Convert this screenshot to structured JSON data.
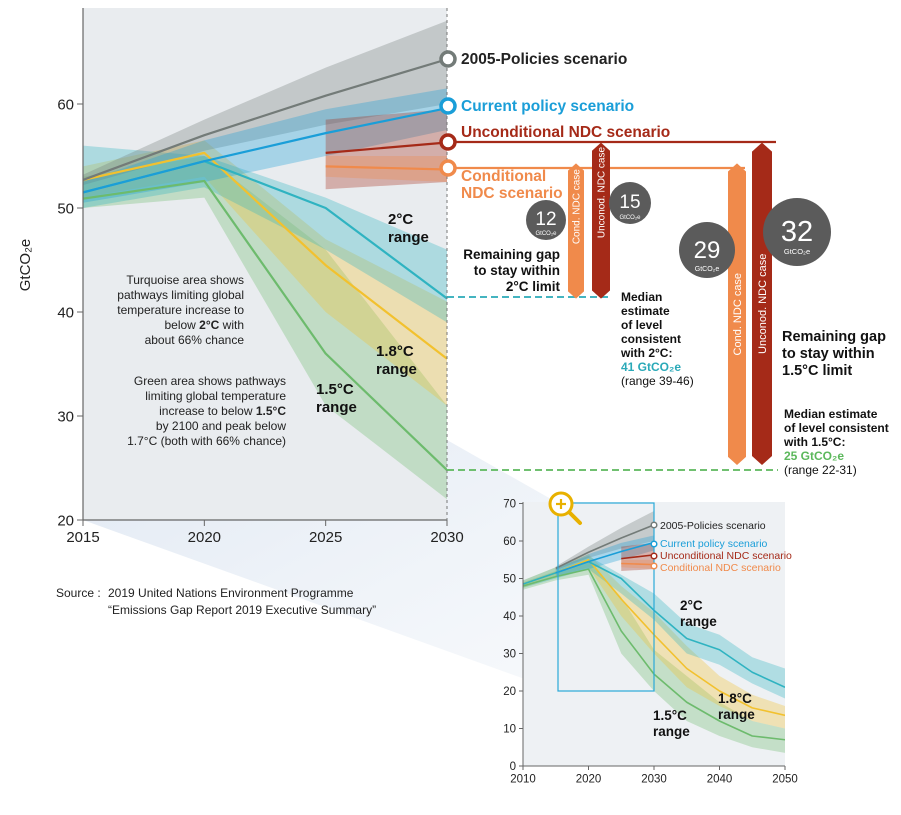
{
  "colors": {
    "policies2005": "#737b78",
    "current": "#1a9ed8",
    "uncond": "#a52a18",
    "cond": "#f08a4b",
    "range2c": "#2fb3c1",
    "range18c": "#f2c12e",
    "range15c": "#6dbb6d",
    "panel_bg": "#e9ecef",
    "bar_cond": "#f08a4b",
    "bar_uncond": "#a52a18",
    "bubble": "#5b5b5b",
    "median_2c_text": "#2aa9b8",
    "median_15c_text": "#5cb85c"
  },
  "chart_data": [
    {
      "type": "line",
      "xlabel": "",
      "ylabel": "GtCO₂e",
      "xlim": [
        2015,
        2030
      ],
      "ylim": [
        20,
        70
      ],
      "x_ticks": [
        "2015",
        "2020",
        "2025",
        "2030"
      ],
      "y_ticks": [
        "20",
        "30",
        "40",
        "50",
        "60"
      ],
      "series": [
        {
          "name": "2005-Policies scenario",
          "x": [
            2015,
            2020,
            2025,
            2030
          ],
          "y": [
            52.7,
            57.0,
            60.8,
            64.3
          ],
          "band_low": [
            52.2,
            55.5,
            58.0,
            60.0
          ],
          "band_high": [
            53.2,
            58.5,
            63.5,
            68.0
          ]
        },
        {
          "name": "Current policy scenario",
          "x": [
            2015,
            2020,
            2025,
            2030
          ],
          "y": [
            51.5,
            54.5,
            57.2,
            59.6
          ],
          "band_low": [
            50.5,
            52.5,
            55.0,
            57.5
          ],
          "band_high": [
            52.5,
            56.5,
            59.5,
            61.5
          ]
        },
        {
          "name": "Unconditional NDC scenario",
          "x": [
            2025,
            2030
          ],
          "y": [
            55.3,
            56.3
          ],
          "band_low": [
            51.8,
            52.5
          ],
          "band_high": [
            58.5,
            59.5
          ]
        },
        {
          "name": "Conditional NDC scenario",
          "x": [
            2025,
            2030
          ],
          "y": [
            54.0,
            53.7
          ],
          "band_low": [
            53.0,
            52.5
          ],
          "band_high": [
            55.0,
            55.0
          ]
        },
        {
          "name": "2°C range",
          "x": [
            2015,
            2020,
            2025,
            2030
          ],
          "y": [
            51.5,
            54.5,
            50.0,
            41.3
          ],
          "band_low": [
            50.0,
            52.0,
            46.0,
            39.0
          ],
          "band_high": [
            56.0,
            55.0,
            51.0,
            46.0
          ]
        },
        {
          "name": "1.8°C range",
          "x": [
            2015,
            2020,
            2025,
            2030
          ],
          "y": [
            52.7,
            55.3,
            44.5,
            35.5
          ],
          "band_low": [
            51.0,
            53.0,
            40.0,
            31.0
          ],
          "band_high": [
            54.0,
            56.5,
            47.0,
            41.0
          ]
        },
        {
          "name": "1.5°C range",
          "x": [
            2015,
            2020,
            2025,
            2030
          ],
          "y": [
            50.9,
            52.6,
            36.0,
            24.8
          ],
          "band_low": [
            50.0,
            51.0,
            31.0,
            22.0
          ],
          "band_high": [
            53.0,
            55.0,
            46.0,
            31.0
          ]
        }
      ],
      "gap_bars": [
        {
          "label": "Cond. NDC case",
          "target": "2°C",
          "from": 54.0,
          "to": 41.0,
          "value": 12,
          "unit": "GtCO₂e"
        },
        {
          "label": "Uncond. NDC case",
          "target": "2°C",
          "from": 56.0,
          "to": 41.0,
          "value": 15,
          "unit": "GtCO₂e"
        },
        {
          "label": "Cond. NDC case",
          "target": "1.5°C",
          "from": 54.0,
          "to": 25.0,
          "value": 29,
          "unit": "GtCO₂e"
        },
        {
          "label": "Uncond. NDC case",
          "target": "1.5°C",
          "from": 56.0,
          "to": 25.0,
          "value": 32,
          "unit": "GtCO₂e"
        }
      ]
    },
    {
      "type": "line",
      "xlabel": "",
      "ylabel": "",
      "xlim": [
        2010,
        2050
      ],
      "ylim": [
        0,
        70
      ],
      "x_ticks": [
        "2010",
        "2020",
        "2030",
        "2040",
        "2050"
      ],
      "y_ticks": [
        "0",
        "10",
        "20",
        "30",
        "40",
        "50",
        "60",
        "70"
      ],
      "series": [
        {
          "name": "2005-Policies scenario",
          "x": [
            2015,
            2020,
            2025,
            2030
          ],
          "y": [
            52.7,
            57.0,
            60.8,
            64.3
          ],
          "band_low": [
            52.2,
            55.5,
            58.0,
            60.0
          ],
          "band_high": [
            53.2,
            58.5,
            63.5,
            68.0
          ]
        },
        {
          "name": "Current policy scenario",
          "x": [
            2015,
            2020,
            2025,
            2030
          ],
          "y": [
            51.5,
            54.5,
            57.2,
            59.6
          ],
          "band_low": [
            50.5,
            52.5,
            55.0,
            57.5
          ],
          "band_high": [
            52.5,
            56.5,
            59.5,
            61.5
          ]
        },
        {
          "name": "Unconditional NDC scenario",
          "x": [
            2025,
            2030
          ],
          "y": [
            55.3,
            56.3
          ],
          "band_low": [
            52.0,
            52.5
          ],
          "band_high": [
            58.5,
            59.5
          ]
        },
        {
          "name": "Conditional NDC scenario",
          "x": [
            2025,
            2030
          ],
          "y": [
            54.0,
            53.7
          ],
          "band_low": [
            53.0,
            52.5
          ],
          "band_high": [
            55.0,
            55.0
          ]
        },
        {
          "name": "2°C range",
          "x": [
            2010,
            2015,
            2020,
            2025,
            2030,
            2035,
            2040,
            2045,
            2050
          ],
          "y": [
            48.5,
            51.5,
            54.5,
            50.0,
            41.5,
            34.0,
            31.0,
            25.0,
            21.0
          ],
          "band_low": [
            47.5,
            50.0,
            52.5,
            46.0,
            39.0,
            30.0,
            27.0,
            22.0,
            18.0
          ],
          "band_high": [
            49.5,
            53.0,
            56.0,
            51.0,
            46.0,
            38.0,
            35.0,
            29.0,
            26.0
          ]
        },
        {
          "name": "1.8°C range",
          "x": [
            2010,
            2015,
            2020,
            2025,
            2030,
            2035,
            2040,
            2045,
            2050
          ],
          "y": [
            48.5,
            51.5,
            55.0,
            44.5,
            35.0,
            26.0,
            20.0,
            15.5,
            13.5
          ],
          "band_low": [
            47.5,
            50.5,
            53.0,
            40.0,
            30.0,
            21.0,
            16.0,
            12.0,
            10.0
          ],
          "band_high": [
            49.5,
            53.0,
            56.5,
            48.0,
            41.0,
            32.0,
            24.0,
            19.0,
            16.0
          ]
        },
        {
          "name": "1.5°C range",
          "x": [
            2010,
            2015,
            2020,
            2025,
            2030,
            2035,
            2040,
            2045,
            2050
          ],
          "y": [
            48.0,
            50.5,
            52.5,
            36.0,
            24.5,
            17.0,
            12.0,
            8.0,
            7.0
          ],
          "band_low": [
            47.0,
            49.5,
            51.0,
            30.0,
            20.0,
            12.0,
            8.0,
            5.0,
            3.5
          ],
          "band_high": [
            49.0,
            52.0,
            55.0,
            45.0,
            31.0,
            24.0,
            17.0,
            12.0,
            10.0
          ]
        }
      ]
    }
  ],
  "main": {
    "yaxis_label": "GtCO₂e",
    "labels": {
      "policies2005": "2005-Policies scenario",
      "current": "Current policy scenario",
      "uncond": "Unconditional NDC scenario",
      "cond_line1": "Conditional",
      "cond_line2": "NDC scenario",
      "range2c_line1": "2°C",
      "range2c_line2": "range",
      "range18c_line1": "1.8°C",
      "range18c_line2": "range",
      "range15c_line1": "1.5°C",
      "range15c_line2": "range"
    },
    "bubbles": {
      "b12_value": "12",
      "b15_value": "15",
      "b29_value": "29",
      "b32_value": "32",
      "unit": "GtCO₂e"
    },
    "bars": {
      "cond": "Cond. NDC case",
      "uncond": "Unconod. NDC case"
    },
    "notes": {
      "turq_line1": "Turquoise area shows",
      "turq_line2": "pathways limiting global",
      "turq_line3": "temperature increase to",
      "turq_line4a": "below ",
      "turq_line4b": "2°C",
      "turq_line4c": " with",
      "turq_line5": "about 66% chance",
      "green_line1": "Green area shows pathways",
      "green_line2": "limiting global temperature",
      "green_line3a": "increase to below ",
      "green_line3b": "1.5°C",
      "green_line4": "by 2100 and peak below",
      "green_line5": "1.7°C (both with 66% chance)"
    },
    "gap2c": {
      "line1": "Remaining gap",
      "line2": "to stay within",
      "line3": "2°C limit"
    },
    "gap15c": {
      "line1": "Remaining gap",
      "line2": "to stay within",
      "line3": "1.5°C limit"
    },
    "median2c": {
      "line1": "Median",
      "line2": "estimate",
      "line3": "of level",
      "line4": "consistent",
      "line5": "with 2°C:",
      "value": "41 GtCO₂e",
      "range": "(range 39-46)"
    },
    "median15c": {
      "line1": "Median estimate",
      "line2": "of level consistent",
      "line3": "with 1.5°C:",
      "value": "25 GtCO₂e",
      "range": "(range 22-31)"
    }
  },
  "inset": {
    "legend": {
      "policies2005": "2005-Policies scenario",
      "current": "Current policy scenario",
      "uncond": "Unconditional NDC scenario",
      "cond": "Conditional NDC scenario"
    },
    "labels": {
      "range2c_line1": "2°C",
      "range2c_line2": "range",
      "range18c_line1": "1.8°C",
      "range18c_line2": "range",
      "range15c_line1": "1.5°C",
      "range15c_line2": "range"
    },
    "zoom_icon": "zoom-in-icon"
  },
  "source": {
    "label": "Source :",
    "line1": "2019 United Nations Environment Programme",
    "line2": "“Emissions Gap Report 2019  Executive Summary”"
  }
}
